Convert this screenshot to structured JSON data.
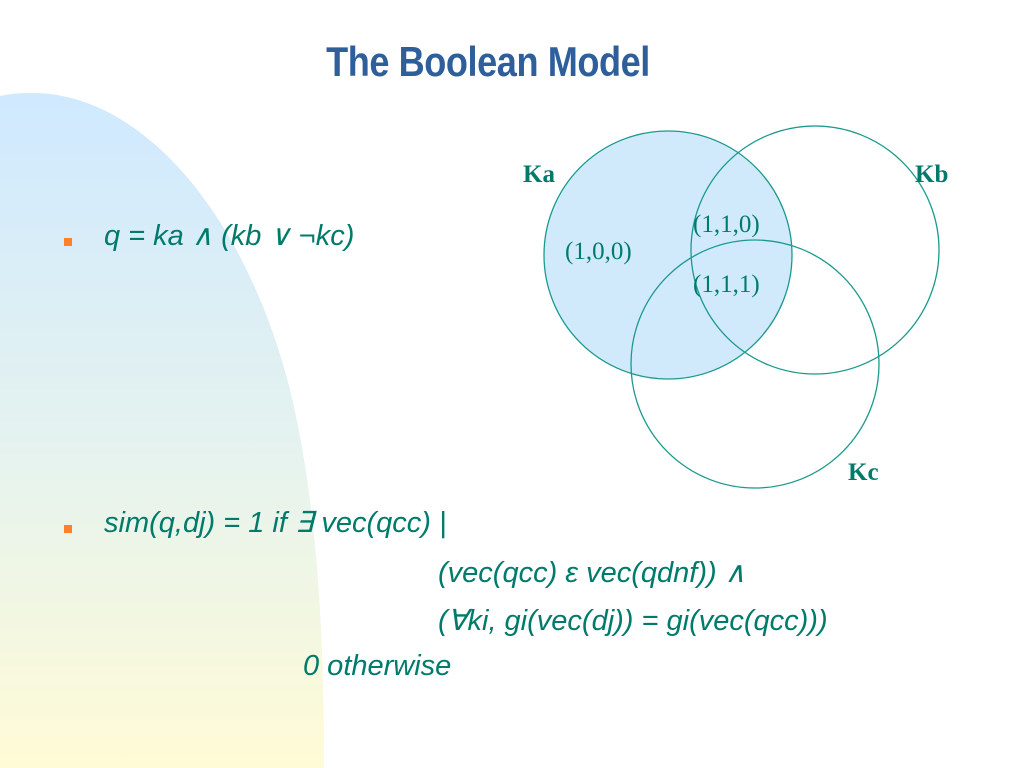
{
  "slide": {
    "title": "The Boolean Model",
    "colors": {
      "title": "#2f5f9a",
      "text": "#007a6b",
      "bullet": "#ff7f2a",
      "highlight_fill": "#d0eafc",
      "gradient_top": "#cfe9ff",
      "gradient_bottom": "#fffbd6"
    }
  },
  "query": {
    "text": "q = ka  ∧  (kb  ∨  ¬kc)"
  },
  "venn": {
    "sets": [
      "Ka",
      "Kb",
      "Kc"
    ],
    "regions": [
      "(1,0,0)",
      "(1,1,0)",
      "(1,1,1)"
    ],
    "highlighted_set": "Ka"
  },
  "similarity": {
    "line1": "sim(q,dj) = 1  if    ∃ vec(qcc) |",
    "line2": "(vec(qcc) ε  vec(qdnf)) ∧",
    "line3": "(∀ki, gi(vec(dj)) = gi(vec(qcc)))",
    "line4": "0  otherwise"
  }
}
